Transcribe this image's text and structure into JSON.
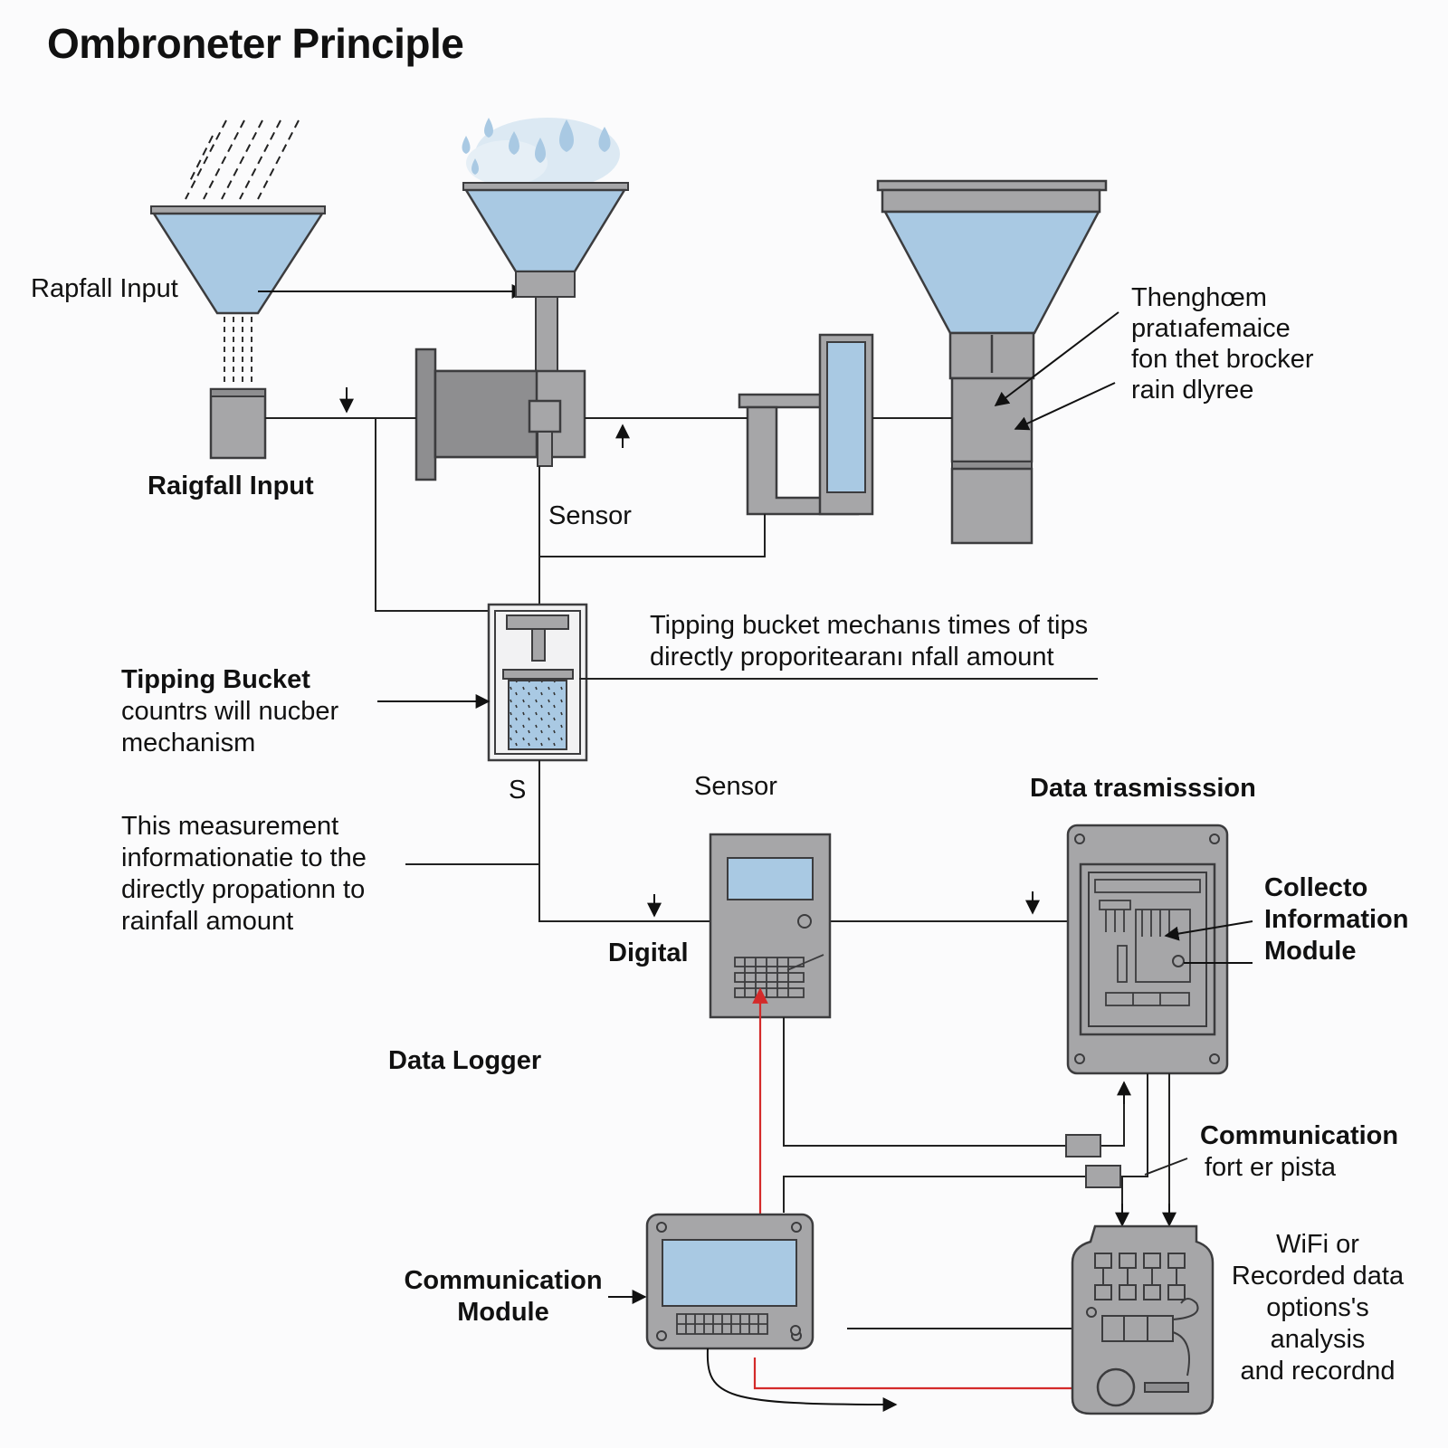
{
  "title": "Ombroneter Principle",
  "labels": {
    "rainfall_input_left": "Rapfall Input",
    "rainfall_input_below": "Raigfall Input",
    "sensor_upper": "Sensor",
    "funnel_note": "Thenghœm\npratıafemaice\nfon thet brocker\nrain dlyree",
    "tipping_note": "Tipping bucket mechanıs times of tips\ndirectly proporitearanı nfall amount",
    "tipping_bucket_title": "Tipping Bucket",
    "tipping_bucket_desc": "countrs will nucber\nmechanism",
    "s_mark": "S",
    "sensor_lower": "Sensor",
    "data_transmission": "Data trasmisssion",
    "measurement_note": "This measurement\ninformationatie to the\ndirectly propationn to\nrainfall amount",
    "digital": "Digital",
    "collector_module": "Collecto\nInformation\nModule",
    "data_logger": "Data Logger",
    "communication_right_title": "Communication",
    "communication_right_sub": "fort er pista",
    "communication_module": "Communication\nModule",
    "wifi_note": "WiFi or\nRecorded data\noptions's\nanalysis\nand recordnd"
  },
  "colors": {
    "water": "#a9c9e3",
    "metal": "#a6a6a8",
    "outline": "#3c3c3e",
    "signal": "#d42a2a",
    "text": "#111111"
  },
  "icons": [
    "rain-streaks-icon",
    "water-drops-icon",
    "arrow-down-icon",
    "arrow-up-icon"
  ]
}
